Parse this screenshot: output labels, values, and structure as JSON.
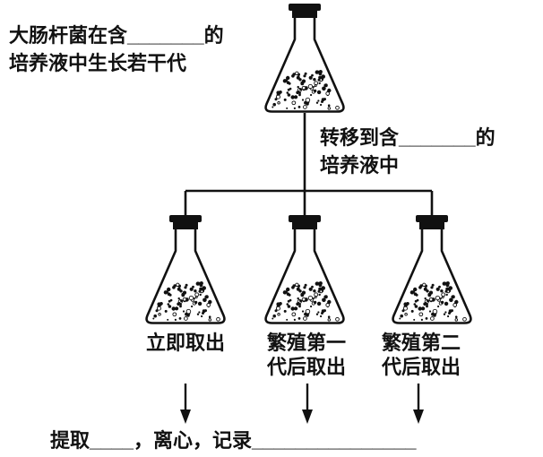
{
  "diagram": {
    "intro": {
      "line1": "大肠杆菌在含_______的",
      "line2": "培养液中生长若干代"
    },
    "transfer": {
      "line1": "转移到含_______的",
      "line2": "培养液中"
    },
    "branches": [
      {
        "label_line1": "立即取出",
        "label_line2": ""
      },
      {
        "label_line1": "繁殖第一",
        "label_line2": "代后取出"
      },
      {
        "label_line1": "繁殖第二",
        "label_line2": "代后取出"
      }
    ],
    "bottom_text": "提取____，离心，记录_______________",
    "flasks": {
      "count": 4,
      "content_description": "bacteria-culture-dots"
    },
    "colors": {
      "ink": "#111111",
      "background": "#ffffff"
    }
  }
}
